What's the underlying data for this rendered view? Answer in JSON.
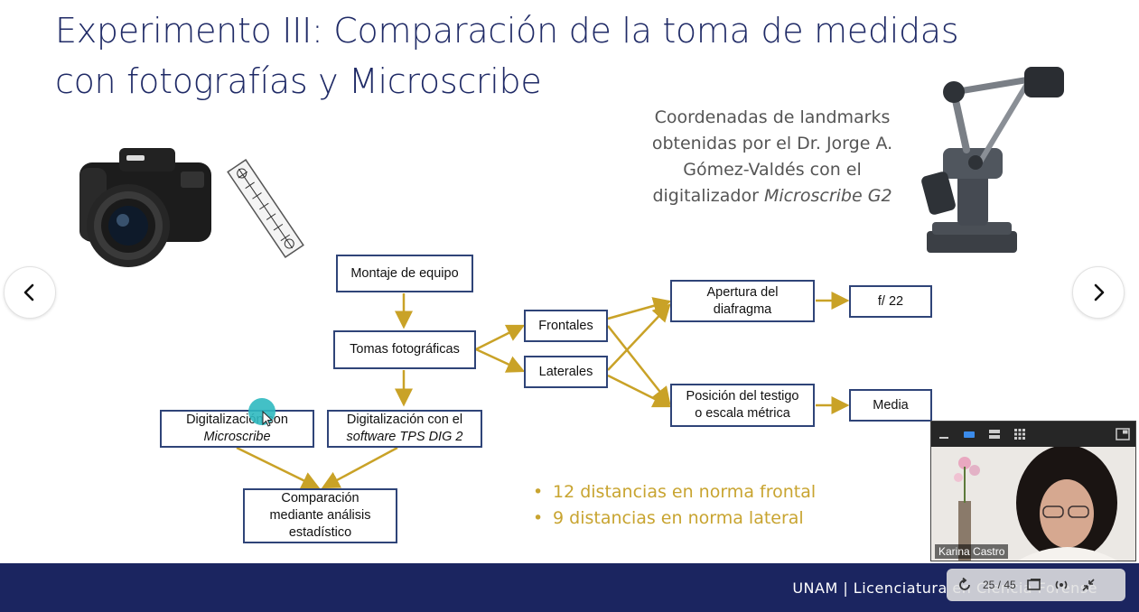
{
  "slide": {
    "title_line1": "Experimento III: Comparación de la toma de medidas",
    "title_line2": "con fotografías y Microscribe",
    "caption": {
      "line1": "Coordenadas de landmarks",
      "line2": "obtenidas por el Dr. Jorge A.",
      "line3": "Gómez-Valdés con el",
      "line4_prefix": "digitalizador ",
      "line4_italic": "Microscribe G2"
    },
    "diagram": {
      "montaje": "Montaje de equipo",
      "tomas": "Tomas fotográficas",
      "frontales": "Frontales",
      "laterales": "Laterales",
      "apertura_l1": "Apertura del",
      "apertura_l2": "diafragma",
      "f22": "f/ 22",
      "posicion_l1": "Posición del testigo",
      "posicion_l2": "o escala métrica",
      "media": "Media",
      "digi_micro_l1": "Digitalización con",
      "digi_micro_l2": "Microscribe",
      "digi_tps_l1": "Digitalización con el",
      "digi_tps_l2": "software TPS DIG 2",
      "comparacion_l1": "Comparación",
      "comparacion_l2": "mediante análisis",
      "comparacion_l3": "estadístico"
    },
    "bullets": [
      "12 distancias en norma frontal",
      "9 distancias en norma lateral"
    ],
    "footer": "UNAM | Licenciatura en Ciencia Forense",
    "colors": {
      "title": "#1f2a66",
      "footer_bg": "#1b2560",
      "box_border": "#2f4478",
      "arrow": "#c9a227",
      "bullet": "#c8a430"
    }
  },
  "navigation": {
    "prev_icon": "chevron-left-icon",
    "next_icon": "chevron-right-icon"
  },
  "video": {
    "participant": "Karina Castro",
    "toolbar_icons": [
      "minimize-icon",
      "speaker-view-icon",
      "strip-view-icon",
      "gallery-view-icon",
      "pip-icon"
    ]
  },
  "presentation_controls": {
    "page": "25 / 45",
    "icons": [
      "rotate-icon",
      "slides-icon",
      "broadcast-icon",
      "collapse-icon"
    ]
  }
}
